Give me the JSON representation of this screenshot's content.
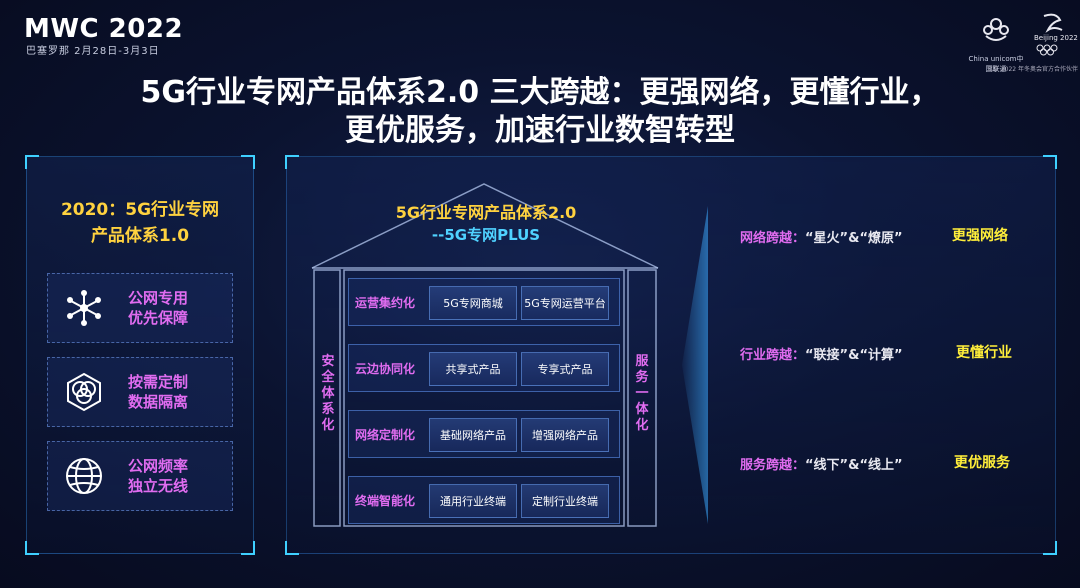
{
  "header": {
    "event": "MWC 2022",
    "event_sub": "巴塞罗那 2月28日-3月3日",
    "title_line1": "5G行业专网产品体系2.0 三大跨越：更强网络，更懂行业，",
    "title_line2": "更优服务，加速行业数智转型",
    "unicom_text": "China unicom中国联通",
    "beijing_text": "Beijing 2022",
    "partner_line": "北京 2022 年冬奥会官方合作伙伴"
  },
  "left_panel": {
    "title_line1": "2020：5G行业专网",
    "title_line2": "产品体系1.0",
    "features": [
      {
        "icon": "network-nodes-icon",
        "line1": "公网专用",
        "line2": "优先保障"
      },
      {
        "icon": "hexagon-layers-icon",
        "line1": "按需定制",
        "line2": "数据隔离"
      },
      {
        "icon": "globe-icon",
        "line1": "公网频率",
        "line2": "独立无线"
      }
    ]
  },
  "center_panel": {
    "title": "5G行业专网产品体系2.0",
    "subtitle": "--5G专网PLUS",
    "left_pillar": "安全体系化",
    "right_pillar": "服务一体化",
    "layers": [
      {
        "name": "运营集约化",
        "p1": "5G专网商城",
        "p2": "5G专网运营平台"
      },
      {
        "name": "云边协同化",
        "p1": "共享式产品",
        "p2": "专享式产品"
      },
      {
        "name": "网络定制化",
        "p1": "基础网络产品",
        "p2": "增强网络产品"
      },
      {
        "name": "终端智能化",
        "p1": "通用行业终端",
        "p2": "定制行业终端"
      }
    ]
  },
  "leaps": [
    {
      "key": "网络跨越：",
      "quote": "“星火”&“燎原”",
      "result": "更强网络"
    },
    {
      "key": "行业跨越：",
      "quote": "“联接”&“计算”",
      "result": "更懂行业"
    },
    {
      "key": "服务跨越：",
      "quote": "“线下”&“线上”",
      "result": "更优服务"
    }
  ],
  "colors": {
    "accent_yellow": "#ffd23f",
    "accent_magenta": "#e06cf0",
    "accent_cyan": "#4fd2ff",
    "result_yellow": "#ffee3a"
  }
}
